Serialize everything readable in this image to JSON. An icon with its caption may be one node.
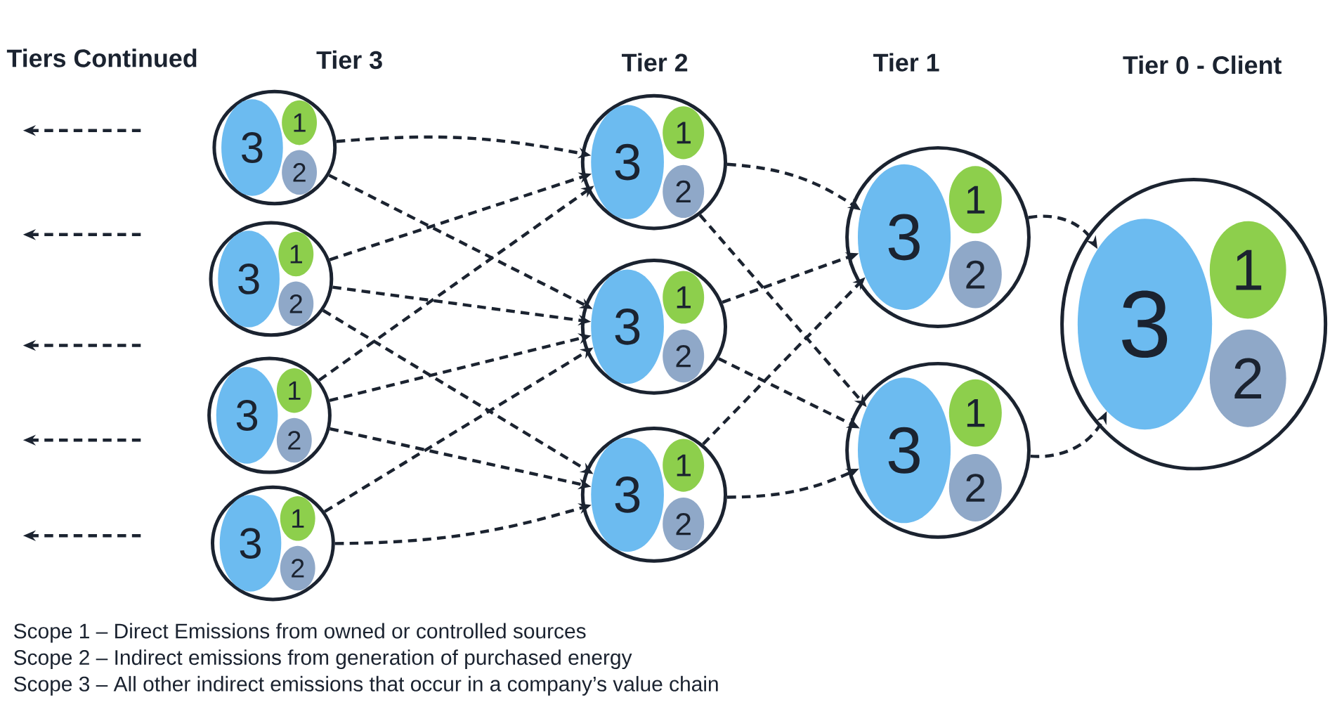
{
  "diagram": {
    "nodes": [
      {
        "text": [],
        "shape": "circle"
      },
      {
        "text": [
          "3"
        ],
        "in": 0
      },
      {
        "text": [
          "1"
        ],
        "in": 0
      },
      {
        "text": [
          "2"
        ],
        "in": 0
      },
      {
        "text": [],
        "shape": "circle"
      },
      {
        "text": [
          "3"
        ],
        "in": 4
      },
      {
        "text": [
          "1"
        ],
        "in": 4
      },
      {
        "text": [
          "2"
        ],
        "in": 4
      },
      {
        "text": [],
        "shape": "circle"
      },
      {
        "text": [
          "3"
        ],
        "in": 8
      },
      {
        "text": [
          "1"
        ],
        "in": 8
      },
      {
        "text": [
          "2"
        ],
        "in": 8
      },
      {
        "text": [],
        "shape": "circle"
      },
      {
        "text": [
          "3"
        ],
        "in": 12
      },
      {
        "text": [
          "1"
        ],
        "in": 12
      },
      {
        "text": [
          "2"
        ],
        "in": 12
      },
      {
        "text": [],
        "shape": "circle"
      },
      {
        "text": [
          "3"
        ],
        "in": 16
      },
      {
        "text": [
          "1"
        ],
        "in": 16
      },
      {
        "text": [
          "2"
        ],
        "in": 16
      },
      {
        "text": [],
        "shape": "circle"
      },
      {
        "text": [
          "3"
        ],
        "in": 20
      },
      {
        "text": [
          "1"
        ],
        "in": 20
      },
      {
        "text": [
          "2"
        ],
        "in": 20
      },
      {
        "text": [],
        "shape": "circle"
      },
      {
        "text": [
          "3"
        ],
        "in": 24
      },
      {
        "text": [
          "1"
        ],
        "in": 24
      },
      {
        "text": [
          "2"
        ],
        "in": 24
      },
      {
        "text": [],
        "shape": "circle"
      },
      {
        "text": [
          "3"
        ],
        "in": 28
      },
      {
        "text": [
          "1"
        ],
        "in": 28
      },
      {
        "text": [
          "2"
        ],
        "in": 28
      },
      {
        "text": [],
        "shape": "circle"
      },
      {
        "text": [
          "3"
        ],
        "in": 32
      },
      {
        "text": [
          "1"
        ],
        "in": 32
      },
      {
        "text": [
          "2"
        ],
        "in": 32
      },
      {
        "text": [],
        "shape": "circle"
      },
      {
        "text": [
          "3"
        ],
        "in": 36
      },
      {
        "text": [
          "1"
        ],
        "in": 36
      },
      {
        "text": [
          "2"
        ],
        "in": 36
      }
    ],
    "edges": [
      {
        "from": 0,
        "to": 17,
        "arrow": "to"
      },
      {
        "from": 0,
        "to": 21,
        "arrow": "to"
      },
      {
        "from": 4,
        "to": 17,
        "arrow": "to"
      },
      {
        "from": 4,
        "to": 21,
        "arrow": "to"
      },
      {
        "from": 4,
        "to": 25,
        "arrow": "to"
      },
      {
        "from": 8,
        "to": 17,
        "arrow": "to"
      },
      {
        "from": 8,
        "to": 21,
        "arrow": "to"
      },
      {
        "from": 8,
        "to": 25,
        "arrow": "to"
      },
      {
        "from": 12,
        "to": 21,
        "arrow": "to"
      },
      {
        "from": 12,
        "to": 25,
        "arrow": "to"
      },
      {
        "from": 16,
        "to": 29,
        "arrow": "to"
      },
      {
        "from": 16,
        "to": 33,
        "arrow": "to"
      },
      {
        "from": 20,
        "to": 29,
        "arrow": "to"
      },
      {
        "from": 20,
        "to": 33,
        "arrow": "to"
      },
      {
        "from": 24,
        "to": 29,
        "arrow": "to"
      },
      {
        "from": 24,
        "to": 33,
        "arrow": "to"
      },
      {
        "from": 28,
        "to": 37,
        "arrow": "to"
      },
      {
        "from": 32,
        "to": 37,
        "arrow": "to"
      }
    ],
    "labels": [
      "Tiers Continued",
      "Tier 3",
      "Tier 2",
      "Tier 1",
      "Tier 0 - Client",
      "Scope 1 – Direct Emissions from owned or controlled sources",
      "Scope 2 – Indirect emissions from generation of purchased energy",
      "Scope 3 – All other indirect emissions that occur in a company’s value chain"
    ]
  }
}
